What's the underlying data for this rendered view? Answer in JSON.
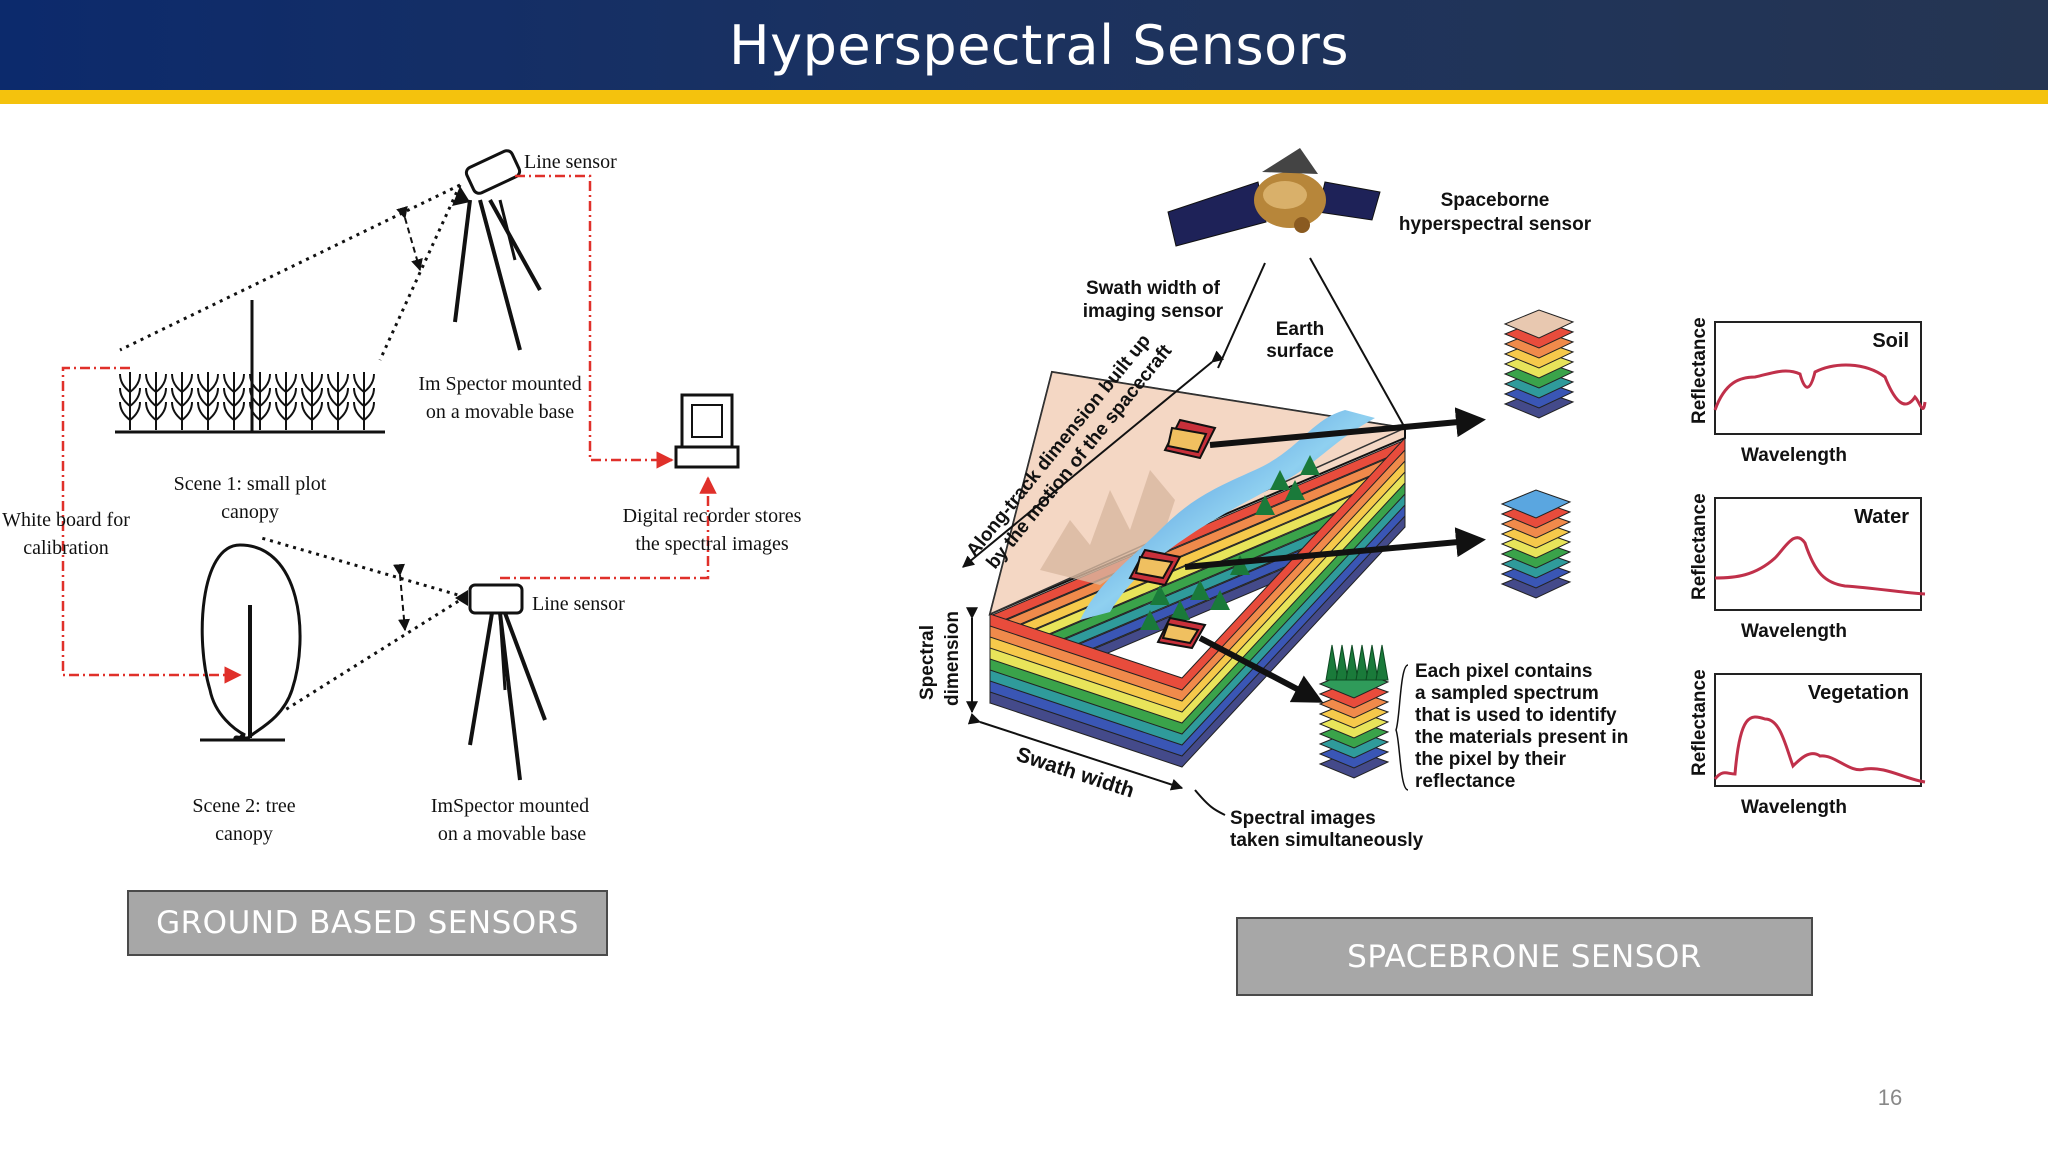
{
  "slide": {
    "title": "Hyperspectral Sensors",
    "page_number": "16"
  },
  "ground": {
    "caption": "GROUND BASED SENSORS",
    "line_sensor_top": "Line sensor",
    "imspector_top": [
      "Im Spector mounted",
      "on a movable base"
    ],
    "scene1": [
      "Scene 1: small plot",
      "canopy"
    ],
    "white_board": [
      "White board for",
      "calibration"
    ],
    "digital_recorder": [
      "Digital recorder stores",
      "the spectral images"
    ],
    "line_sensor_bottom": "Line sensor",
    "scene2": [
      "Scene 2: tree",
      "canopy"
    ],
    "imspector_bottom": [
      "ImSpector mounted",
      "on a movable base"
    ]
  },
  "space": {
    "caption": "SPACEBRONE SENSOR",
    "spaceborne": [
      "Spaceborne",
      "hyperspectral sensor"
    ],
    "swath_width_imaging": [
      "Swath width of",
      "imaging sensor"
    ],
    "earth_surface": [
      "Earth",
      "surface"
    ],
    "along_track": [
      "Along-track dimension built up",
      "by the motion of the spacecraft"
    ],
    "spectral_dimension": [
      "Spectral",
      "dimension"
    ],
    "swath_width": "Swath width",
    "spectral_images": [
      "Spectral  images",
      "taken simultaneously"
    ],
    "pixel_note": [
      "Each pixel contains",
      "a sampled spectrum",
      "that is used to identify",
      "the materials present in",
      "the pixel by their",
      "reflectance"
    ],
    "spectra": [
      {
        "label": "Soil",
        "ylabel": "Reflectance",
        "xlabel": "Wavelength",
        "color": "#b03040"
      },
      {
        "label": "Water",
        "ylabel": "Reflectance",
        "xlabel": "Wavelength",
        "color": "#1f6fb3"
      },
      {
        "label": "Vegetation",
        "ylabel": "Reflectance",
        "xlabel": "Wavelength",
        "color": "#1b9a5a"
      }
    ]
  },
  "colors": {
    "header_bg": "#1b3260",
    "header_accent": "#f4c20d",
    "caption_bg": "#a7a7a7",
    "spectrum_line": "#c0304a",
    "dash_red": "#e0302a"
  }
}
